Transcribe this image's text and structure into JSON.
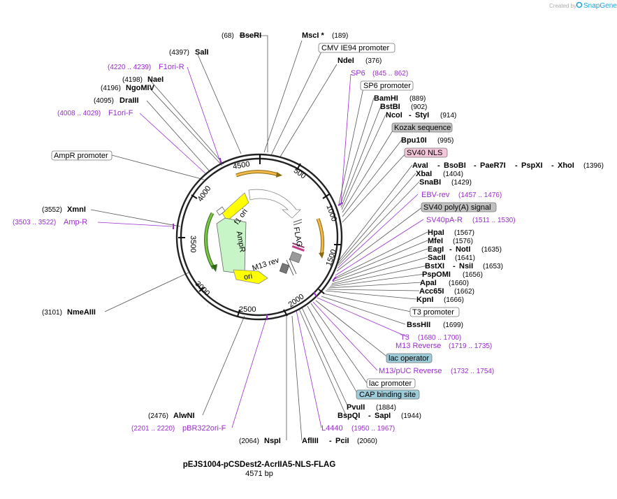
{
  "watermark": {
    "prefix": "Created by",
    "brand": "SnapGene"
  },
  "title": "pEJS1004-pCSDest2-AcrIIA5-NLS-FLAG",
  "length": "4571 bp",
  "ruler": [
    "4500",
    "500",
    "1000",
    "1500",
    "2000",
    "2500",
    "3000",
    "3500",
    "4000"
  ],
  "inner_features": [
    "f1 ori",
    "AmpR",
    "ori",
    "M13 rev",
    "FLAG"
  ],
  "labels": {
    "bseri": {
      "pos": "(68)",
      "name": "BseRI"
    },
    "msci": {
      "name": "MscI *",
      "pos": "(189)"
    },
    "sali": {
      "pos": "(4397)",
      "name": "SalI"
    },
    "cmv": {
      "name": "CMV IE94 promoter"
    },
    "ndei": {
      "name": "NdeI",
      "pos": "(376)"
    },
    "f1orir": {
      "pos": "(4220 .. 4239)",
      "name": "F1ori-R"
    },
    "sp6": {
      "name": "SP6",
      "pos": "(845 .. 862)"
    },
    "naei": {
      "pos": "(4198)",
      "name": "NaeI"
    },
    "ngomiv": {
      "pos": "(4196)",
      "name": "NgoMIV"
    },
    "sp6prom": {
      "name": "SP6 promoter"
    },
    "bamhi": {
      "name": "BamHI",
      "pos": "(889)"
    },
    "draiii": {
      "pos": "(4095)",
      "name": "DraIII"
    },
    "bstbi": {
      "name": "BstBI",
      "pos": "(902)"
    },
    "f1orif": {
      "pos": "(4008 .. 4029)",
      "name": "F1ori-F"
    },
    "ncoi": {
      "name": "NcoI",
      "dash": "-",
      "name2": "StyI",
      "pos": "(914)"
    },
    "kozak": {
      "name": "Kozak sequence"
    },
    "bpu10i": {
      "name": "Bpu10I",
      "pos": "(995)"
    },
    "sv40nls": {
      "name": "SV40 NLS"
    },
    "amprprom": {
      "name": "AmpR promoter"
    },
    "avai": {
      "name": "AvaI",
      "d1": "-",
      "n2": "BsoBI",
      "d2": "-",
      "n3": "PaeR7I",
      "d3": "-",
      "n4": "PspXI",
      "d4": "-",
      "n5": "XhoI",
      "pos": "(1396)"
    },
    "xbai": {
      "name": "XbaI",
      "pos": "(1404)"
    },
    "snabi": {
      "name": "SnaBI",
      "pos": "(1429)"
    },
    "ebvrev": {
      "name": "EBV-rev",
      "pos": "(1457 .. 1476)"
    },
    "sv40pa": {
      "name": "SV40 poly(A) signal"
    },
    "xmni": {
      "pos": "(3552)",
      "name": "XmnI"
    },
    "sv40par": {
      "name": "SV40pA-R",
      "pos": "(1511 .. 1530)"
    },
    "ampr": {
      "pos": "(3503 .. 3522)",
      "name": "Amp-R"
    },
    "hpai": {
      "name": "HpaI",
      "pos": "(1567)"
    },
    "mfei": {
      "name": "MfeI",
      "pos": "(1576)"
    },
    "eagi": {
      "name": "EagI",
      "dash": "-",
      "name2": "NotI",
      "pos": "(1635)"
    },
    "sacii": {
      "name": "SacII",
      "pos": "(1641)"
    },
    "bstxi": {
      "name": "BstXI",
      "dash": "-",
      "name2": "NsiI",
      "pos": "(1653)"
    },
    "pspomi": {
      "name": "PspOMI",
      "pos": "(1656)"
    },
    "apai": {
      "name": "ApaI",
      "pos": "(1660)"
    },
    "acc65i": {
      "name": "Acc65I",
      "pos": "(1662)"
    },
    "kpni": {
      "name": "KpnI",
      "pos": "(1666)"
    },
    "t3prom": {
      "name": "T3 promoter"
    },
    "nmeaiii": {
      "pos": "(3101)",
      "name": "NmeAIII"
    },
    "bsshii": {
      "name": "BssHII",
      "pos": "(1699)"
    },
    "t3": {
      "name": "T3",
      "pos": "(1680 .. 1700)"
    },
    "m13rev": {
      "name": "M13 Reverse",
      "pos": "(1719 .. 1735)"
    },
    "lacop": {
      "name": "lac operator"
    },
    "m13puc": {
      "name": "M13/pUC Reverse",
      "pos": "(1732 .. 1754)"
    },
    "lacprom": {
      "name": "lac promoter"
    },
    "cap": {
      "name": "CAP binding site"
    },
    "pvuii": {
      "name": "PvuII",
      "pos": "(1884)"
    },
    "alwni": {
      "pos": "(2476)",
      "name": "AlwNI"
    },
    "bspqi": {
      "name": "BspQI",
      "dash": "-",
      "name2": "SapI",
      "pos": "(1944)"
    },
    "pbr322": {
      "pos": "(2201 .. 2220)",
      "name": "pBR322ori-F"
    },
    "l4440": {
      "name": "L4440",
      "pos": "(1950 .. 1967)"
    },
    "nspi": {
      "pos": "(2064)",
      "name": "NspI"
    },
    "afliii": {
      "name": "AflIII",
      "dash": "-",
      "name2": "PciI",
      "pos": "(2060)"
    }
  },
  "colors": {
    "purple": "#9b2dd0",
    "orange_feature": "#f2b94a",
    "yellow_feature": "#ffff00",
    "green_feature": "#c8f5c8",
    "grey_box": "#c0c0c0",
    "teal_box": "#9ecbd8",
    "pink_box": "#f2c6d8",
    "brand": "#1e9fd6"
  }
}
